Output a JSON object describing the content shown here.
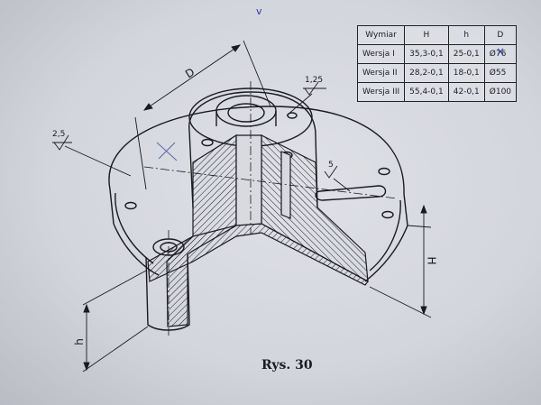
{
  "caption": "Rys. 30",
  "table": {
    "headers": [
      "Wymiar",
      "H",
      "h",
      "D"
    ],
    "rows": [
      {
        "wersja": "Wersja I",
        "H": "35,3-0,1",
        "h": "25-0,1",
        "D": "Ø76"
      },
      {
        "wersja": "Wersja II",
        "H": "28,2-0,1",
        "h": "18-0,1",
        "D": "Ø55"
      },
      {
        "wersja": "Wersja III",
        "H": "55,4-0,1",
        "h": "42-0,1",
        "D": "Ø100"
      }
    ]
  },
  "labels": {
    "D": "D",
    "H": "H",
    "h": "h",
    "roughness_top": "1,25",
    "roughness_left": "2,5",
    "roughness_slot": "5"
  },
  "pen_marks": {
    "top": "v",
    "table_right": "×"
  },
  "colors": {
    "ink": "#1a1a1f",
    "paper": "#d8dae0",
    "pen": "#2b3aa0"
  }
}
